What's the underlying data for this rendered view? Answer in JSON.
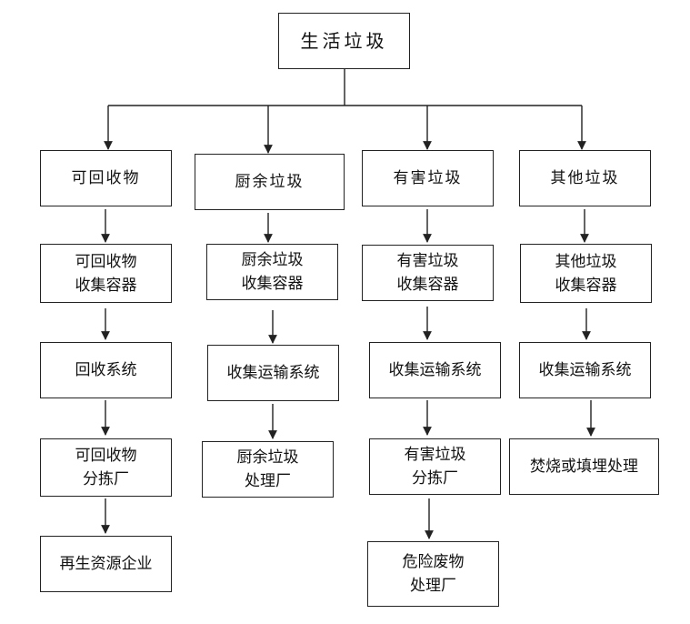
{
  "root": {
    "label": "生活垃圾"
  },
  "columns": [
    {
      "category": "可回收物",
      "steps": [
        "可回收物\n收集容器",
        "回收系统",
        "可回收物\n分拣厂",
        "再生资源企业"
      ]
    },
    {
      "category": "厨余垃圾",
      "steps": [
        "厨余垃圾\n收集容器",
        "收集运输系统",
        "厨余垃圾\n处理厂"
      ]
    },
    {
      "category": "有害垃圾",
      "steps": [
        "有害垃圾\n收集容器",
        "收集运输系统",
        "有害垃圾\n分拣厂",
        "危险废物\n处理厂"
      ]
    },
    {
      "category": "其他垃圾",
      "steps": [
        "其他垃圾\n收集容器",
        "收集运输系统",
        "焚烧或填埋处理"
      ]
    }
  ],
  "colors": {
    "line": "#222222",
    "text": "#111111",
    "background": "#ffffff"
  }
}
